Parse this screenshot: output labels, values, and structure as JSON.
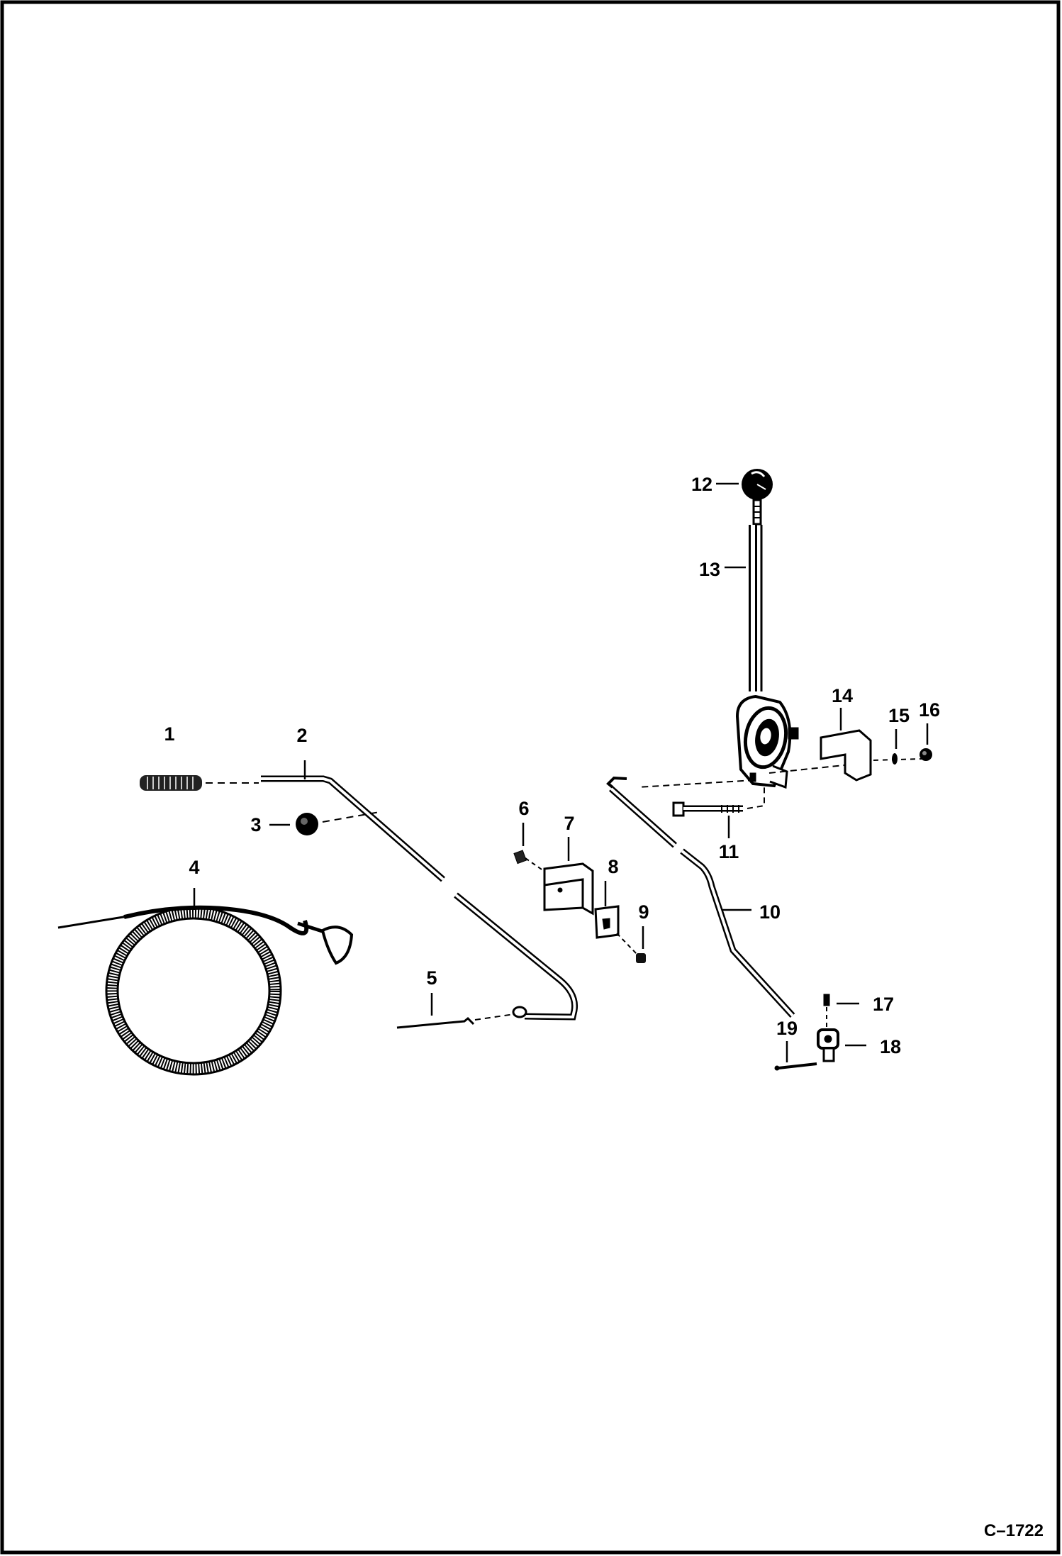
{
  "diagram": {
    "figure_code": "C–1722",
    "callouts": [
      "1",
      "2",
      "3",
      "4",
      "5",
      "6",
      "7",
      "8",
      "9",
      "10",
      "11",
      "12",
      "13",
      "14",
      "15",
      "16",
      "17",
      "18",
      "19"
    ]
  }
}
